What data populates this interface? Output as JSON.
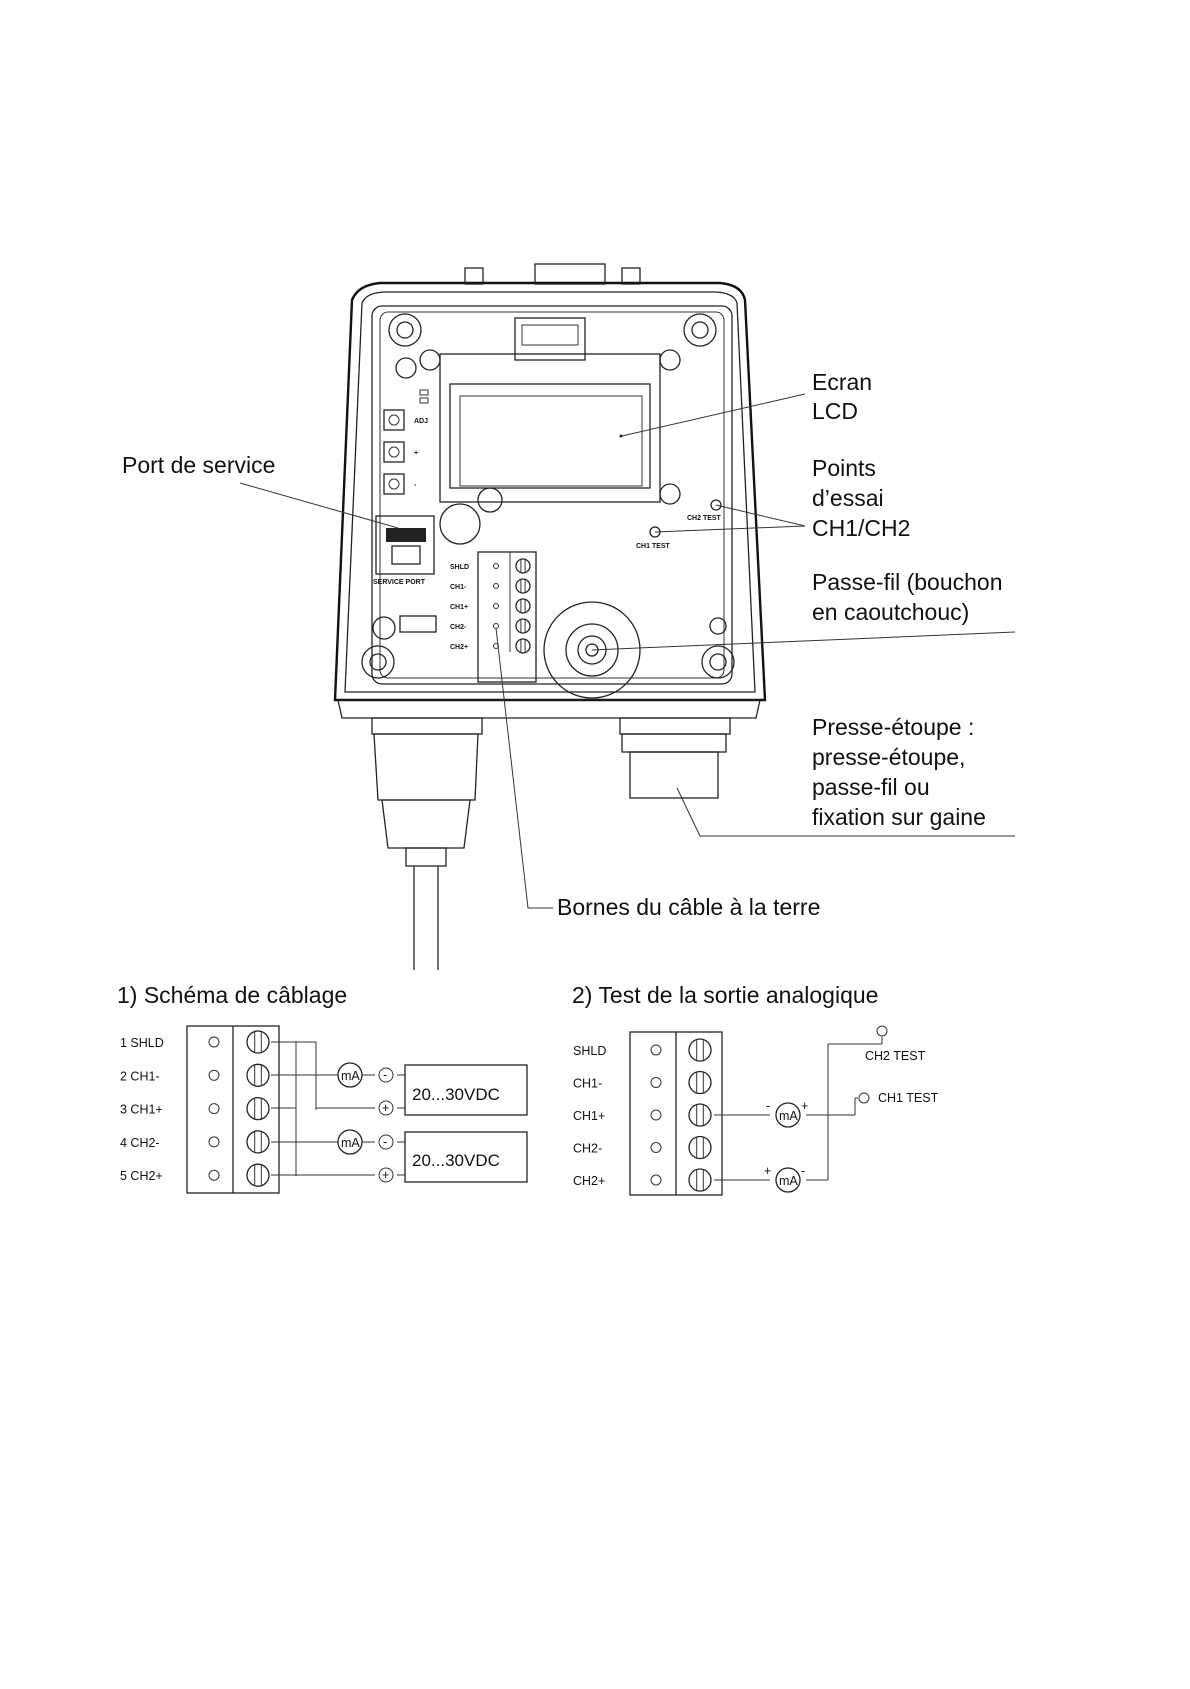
{
  "callouts": {
    "ecran": [
      "Ecran",
      "LCD"
    ],
    "port_service": "Port de service",
    "points_essai": [
      "Points",
      "d’essai",
      "CH1/CH2"
    ],
    "passe_fil": [
      "Passe-fil (bouchon",
      "en caoutchouc)"
    ],
    "presse_etoupe": [
      "Presse-étoupe :",
      "presse-étoupe,",
      "passe-fil ou",
      "fixation sur gaine"
    ],
    "bornes": "Bornes du câble à la terre"
  },
  "device_labels": {
    "adj": "ADJ",
    "plus": "+",
    "minus": "-",
    "service_port": "SERVICE PORT",
    "ch1_test": "CH1 TEST",
    "ch2_test": "CH2 TEST",
    "terminals": [
      "SHLD",
      "CH1-",
      "CH1+",
      "CH2-",
      "CH2+"
    ]
  },
  "diagram1": {
    "title": "1) Schéma de câblage",
    "terminals": [
      "1 SHLD",
      "2 CH1-",
      "3 CH1+",
      "4 CH2-",
      "5 CH2+"
    ],
    "meter": "mA",
    "supply_label": "20...30VDC",
    "minus": "-",
    "plus": "+"
  },
  "diagram2": {
    "title": "2) Test de la sortie analogique",
    "terminals": [
      "SHLD",
      "CH1-",
      "CH1+",
      "CH2-",
      "CH2+"
    ],
    "meter": "mA",
    "ch2_test": "CH2 TEST",
    "ch1_test": "CH1 TEST",
    "minus": "-",
    "plus": "+"
  }
}
